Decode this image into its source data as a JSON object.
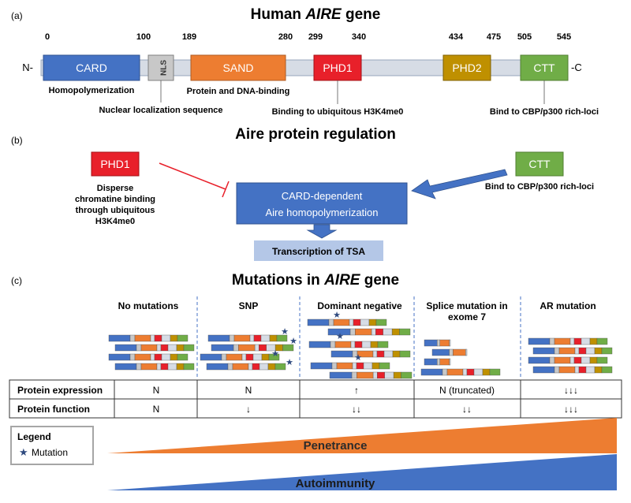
{
  "colors": {
    "card": "#4472c4",
    "nls": "#c8c8c8",
    "sand": "#ed7d31",
    "phd1": "#e8202a",
    "phd2": "#bf9000",
    "ctt": "#70ad47",
    "backbone": "#d6dce5",
    "box_blue": "#4472c4",
    "box_lightblue": "#b4c7e7",
    "inhibit_line": "#e8202a",
    "star": "#2f4a7f",
    "triangle_orange": "#ed7d31",
    "triangle_blue": "#4472c4"
  },
  "panel_a": {
    "label": "(a)",
    "title_prefix": "Human ",
    "title_gene": "AIRE",
    "title_suffix": " gene",
    "positions": [
      "0",
      "100",
      "189",
      "280",
      "299",
      "340",
      "434",
      "475",
      "505",
      "545"
    ],
    "n_term": "N-",
    "c_term": "-C",
    "domains": {
      "card": "CARD",
      "nls": "NLS",
      "sand": "SAND",
      "phd1": "PHD1",
      "phd2": "PHD2",
      "ctt": "CTT"
    },
    "annotations": {
      "card": "Homopolymerization",
      "nls": "Nuclear localization sequence",
      "sand": "Protein and DNA-binding",
      "phd1": "Binding to ubiquitous H3K4me0",
      "ctt": "Bind to CBP/p300 rich-loci"
    }
  },
  "panel_b": {
    "label": "(b)",
    "title": "Aire protein regulation",
    "phd1": "PHD1",
    "phd1_desc": [
      "Disperse",
      "chromatine binding",
      "through ubiquitous",
      "H3K4me0"
    ],
    "ctt": "CTT",
    "ctt_desc": "Bind to CBP/p300 rich-loci",
    "center": [
      "CARD-dependent",
      "Aire homopolymerization"
    ],
    "output": "Transcription of TSA"
  },
  "panel_c": {
    "label": "(c)",
    "title_prefix": "Mutations in ",
    "title_gene": "AIRE",
    "title_suffix": " gene",
    "columns": [
      "No mutations",
      "SNP",
      "Dominant negative",
      "Splice mutation in",
      "AR mutation"
    ],
    "column_line2": "exome 7",
    "table": {
      "rows": [
        {
          "label": "Protein expression",
          "values": [
            "N",
            "N",
            "↑",
            "N (truncated)",
            "↓↓↓"
          ]
        },
        {
          "label": "Protein function",
          "values": [
            "N",
            "↓",
            "↓↓",
            "↓↓",
            "↓↓↓"
          ]
        }
      ]
    },
    "legend_title": "Legend",
    "legend_item": "Mutation",
    "legend_star": "★",
    "penetrance": "Penetrance",
    "autoimmunity": "Autoimmunity"
  }
}
